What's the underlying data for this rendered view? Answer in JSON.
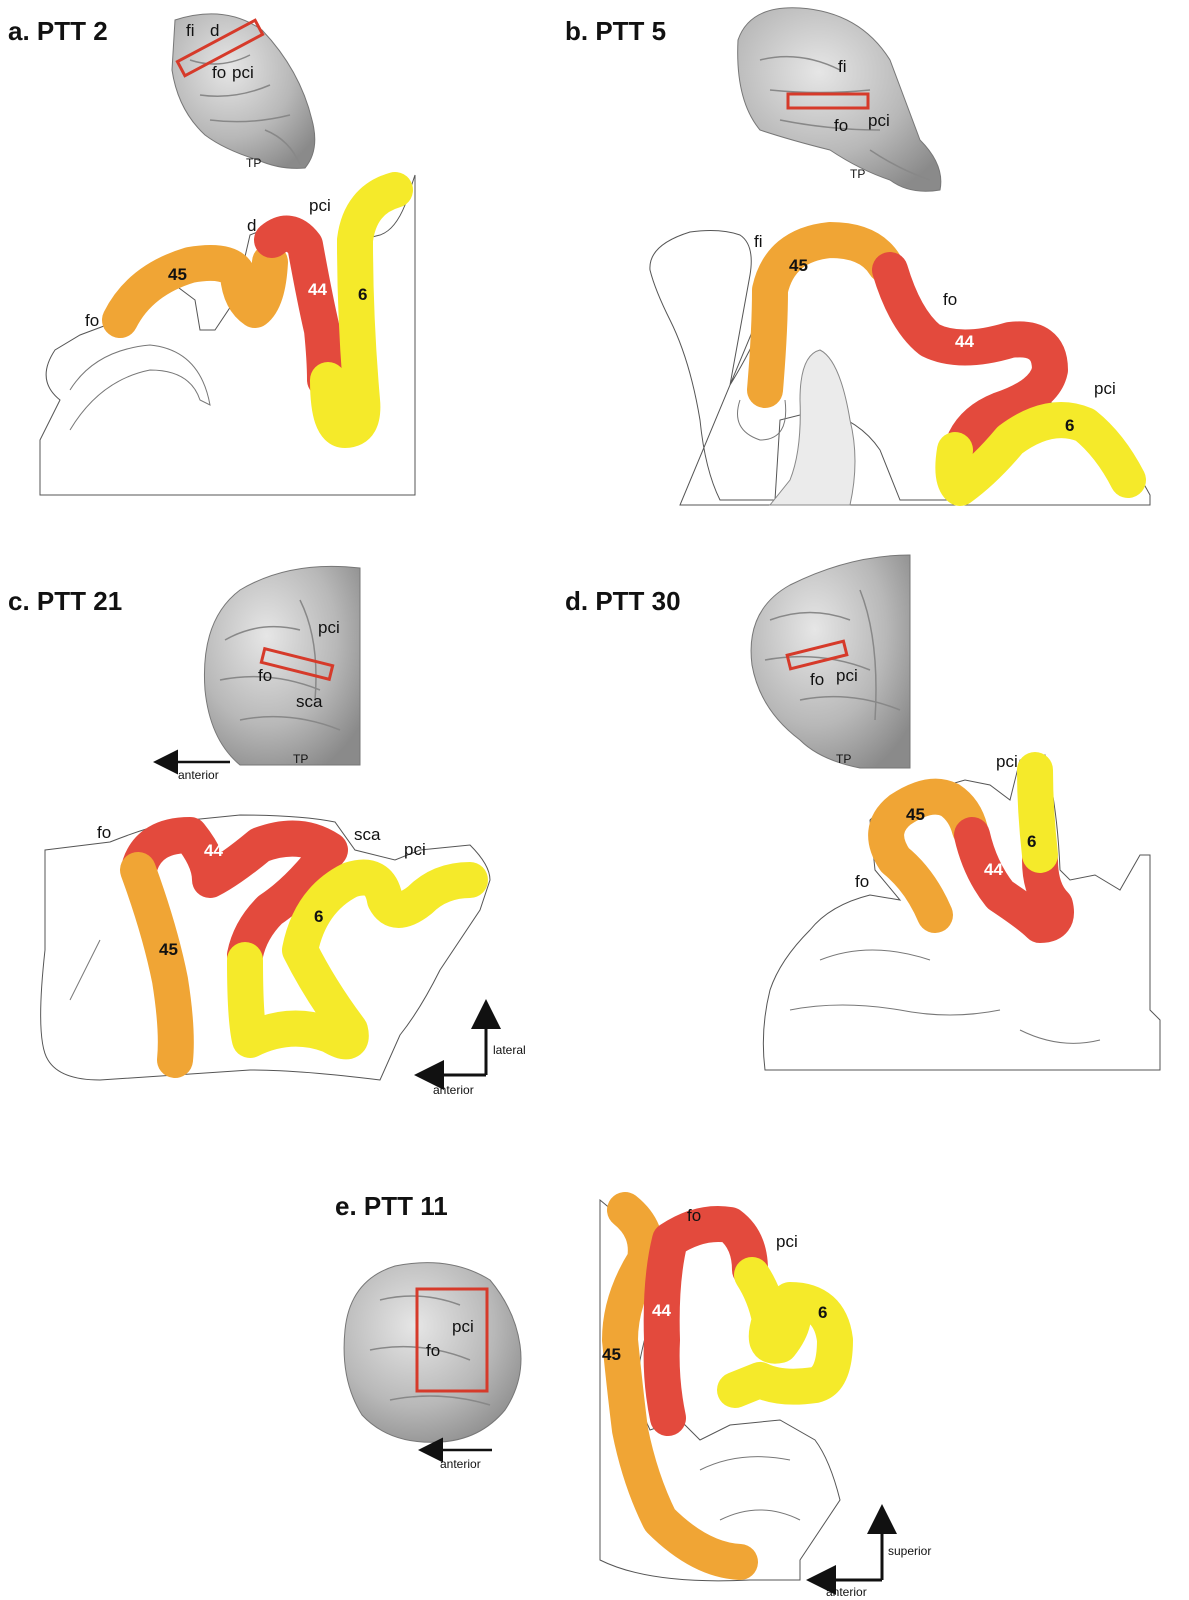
{
  "colors": {
    "area45": "#f0a535",
    "area44": "#e34a3d",
    "area6": "#f5ea2a",
    "roi_box": "#d63a2a",
    "brain_photo": "#bdbdbd"
  },
  "panels": [
    {
      "title": "a.  PTT 2",
      "photo_labels": {
        "fi": "fi",
        "d": "d",
        "fo": "fo",
        "pci": "pci",
        "tp": "TP"
      },
      "section_labels": {
        "d": "d",
        "pci": "pci",
        "fo": "fo"
      },
      "areas": {
        "a45": "45",
        "a44": "44",
        "a6": "6"
      }
    },
    {
      "title": "b.  PTT 5",
      "photo_labels": {
        "fi": "fi",
        "fo": "fo",
        "pci": "pci",
        "tp": "TP"
      },
      "section_labels": {
        "fi": "fi",
        "fo": "fo",
        "pci": "pci"
      },
      "areas": {
        "a45": "45",
        "a44": "44",
        "a6": "6"
      }
    },
    {
      "title": "c.  PTT 21",
      "photo_labels": {
        "pci": "pci",
        "fo": "fo",
        "sca": "sca",
        "tp": "TP"
      },
      "photo_arrow": "anterior",
      "section_labels": {
        "fo": "fo",
        "sca": "sca",
        "pci": "pci"
      },
      "areas": {
        "a45": "45",
        "a44": "44",
        "a6": "6"
      },
      "axes": {
        "vertical": "lateral",
        "horizontal": "anterior"
      }
    },
    {
      "title": "d.  PTT 30",
      "photo_labels": {
        "fo": "fo",
        "pci": "pci",
        "tp": "TP"
      },
      "section_labels": {
        "pci": "pci",
        "fo": "fo"
      },
      "areas": {
        "a45": "45",
        "a44": "44",
        "a6": "6"
      }
    },
    {
      "title": "e.  PTT 11",
      "photo_labels": {
        "fo": "fo",
        "pci": "pci"
      },
      "photo_arrow": "anterior",
      "section_labels": {
        "fo": "fo",
        "pci": "pci"
      },
      "areas": {
        "a45": "45",
        "a44": "44",
        "a6": "6"
      },
      "axes": {
        "vertical": "superior",
        "horizontal": "anterior"
      }
    }
  ]
}
